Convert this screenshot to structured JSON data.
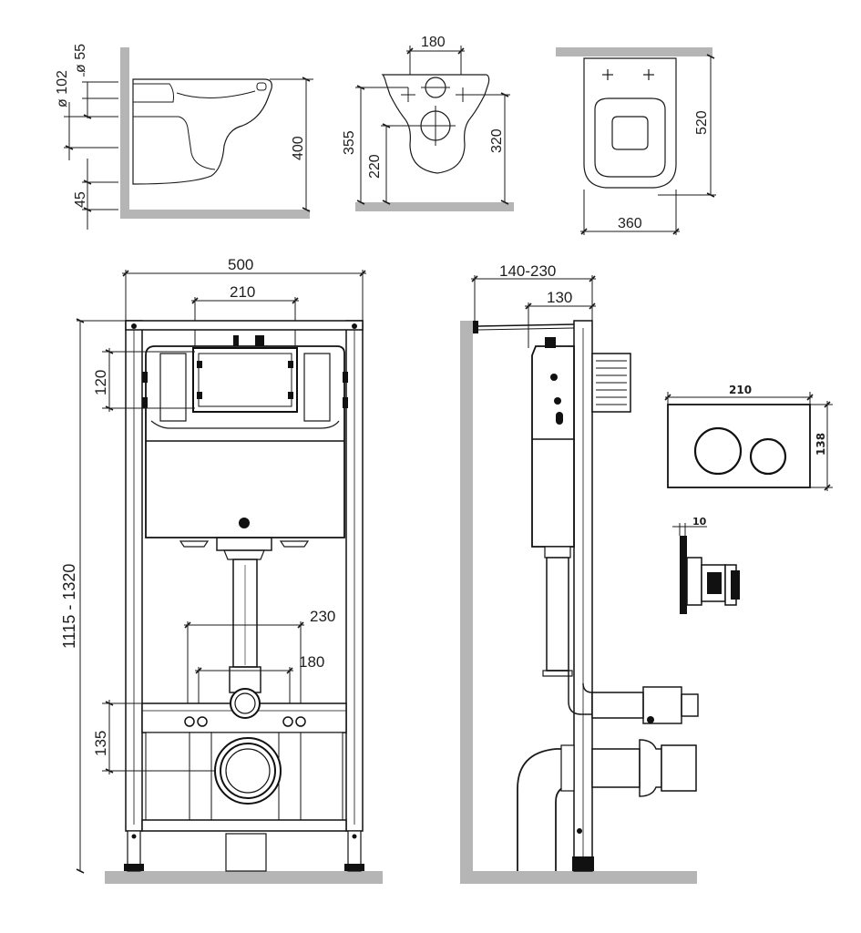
{
  "title": "Installation frame drawing",
  "dimensions": {
    "bowl_side": {
      "d102": "ø 102",
      "d55": "ø 55",
      "h45": "45",
      "h400": "400"
    },
    "bowl_back": {
      "w180": "180",
      "h355": "355",
      "h220": "220",
      "h320": "320"
    },
    "bowl_top": {
      "l520": "520",
      "w360": "360"
    },
    "frame_front": {
      "w500": "500",
      "w210": "210",
      "h120": "120",
      "h1115": "1115 - 1320",
      "w230": "230",
      "w180": "180",
      "h135": "135"
    },
    "frame_side": {
      "d140": "140-230",
      "d130": "130"
    },
    "button_plate": {
      "w210": "210",
      "h138": "138",
      "t10": "10"
    }
  },
  "colors": {
    "line": "#1a1a1a",
    "wall": "#b5b5b5",
    "frame": "#111111"
  }
}
